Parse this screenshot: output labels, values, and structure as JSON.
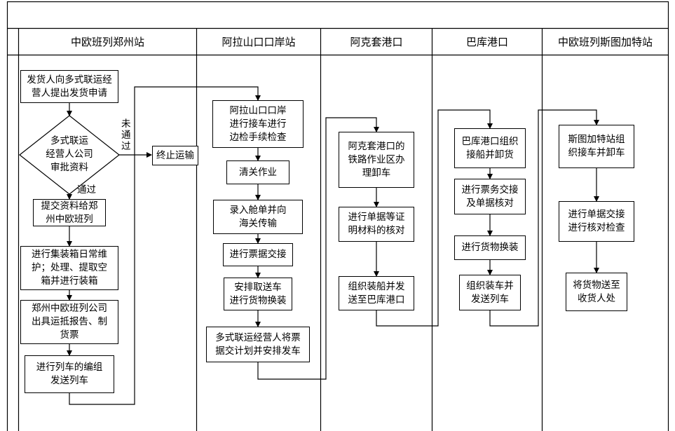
{
  "swimlanes": [
    {
      "id": "zhengzhou",
      "label": "中欧班列郑州站"
    },
    {
      "id": "alashankou",
      "label": "阿拉山口口岸站"
    },
    {
      "id": "aktau",
      "label": "阿克套港口"
    },
    {
      "id": "baku",
      "label": "巴库港口"
    },
    {
      "id": "stuttgart",
      "label": "中欧班列斯图加特站"
    }
  ],
  "nodes": {
    "z1": "发货人向多式联运经\n营人提出发货申请",
    "z_decision": "多式联运\n经营人公司\n审批资料",
    "z_stop": "终止运输",
    "z2": "提交资料给郑\n州中欧班列",
    "z3": "进行集装箱日常维\n护；处理、提取空\n箱并进行装箱",
    "z4": "郑州中欧班列公司\n出具运抵报告、制\n货票",
    "z5": "进行列车的编组\n发送列车",
    "a1": "阿拉山口口岸\n进行接车进行\n边检手续检查",
    "a2": "清关作业",
    "a3": "录入舱单并向\n海关传输",
    "a4": "进行票据交接",
    "a5": "安排取送车\n进行货物换装",
    "a6": "多式联运经营人将票\n据交计划并安排发车",
    "k1": "阿克套港口的\n铁路作业区办\n理卸车",
    "k2": "进行单据等证\n明材料的核对",
    "k3": "组织装船并发\n送至巴库港口",
    "b1": "巴库港口组织\n接船并卸货",
    "b2": "进行票务交接\n及单据核对",
    "b3": "进行货物换装",
    "b4": "组织装车并\n发送列车",
    "s1": "斯图加特站组\n织接车并卸车",
    "s2": "进行单据交接\n进行核对检查",
    "s3": "将货物送至\n收货人处"
  },
  "edge_labels": {
    "fail": "未\n通\n过",
    "pass": "通过"
  }
}
